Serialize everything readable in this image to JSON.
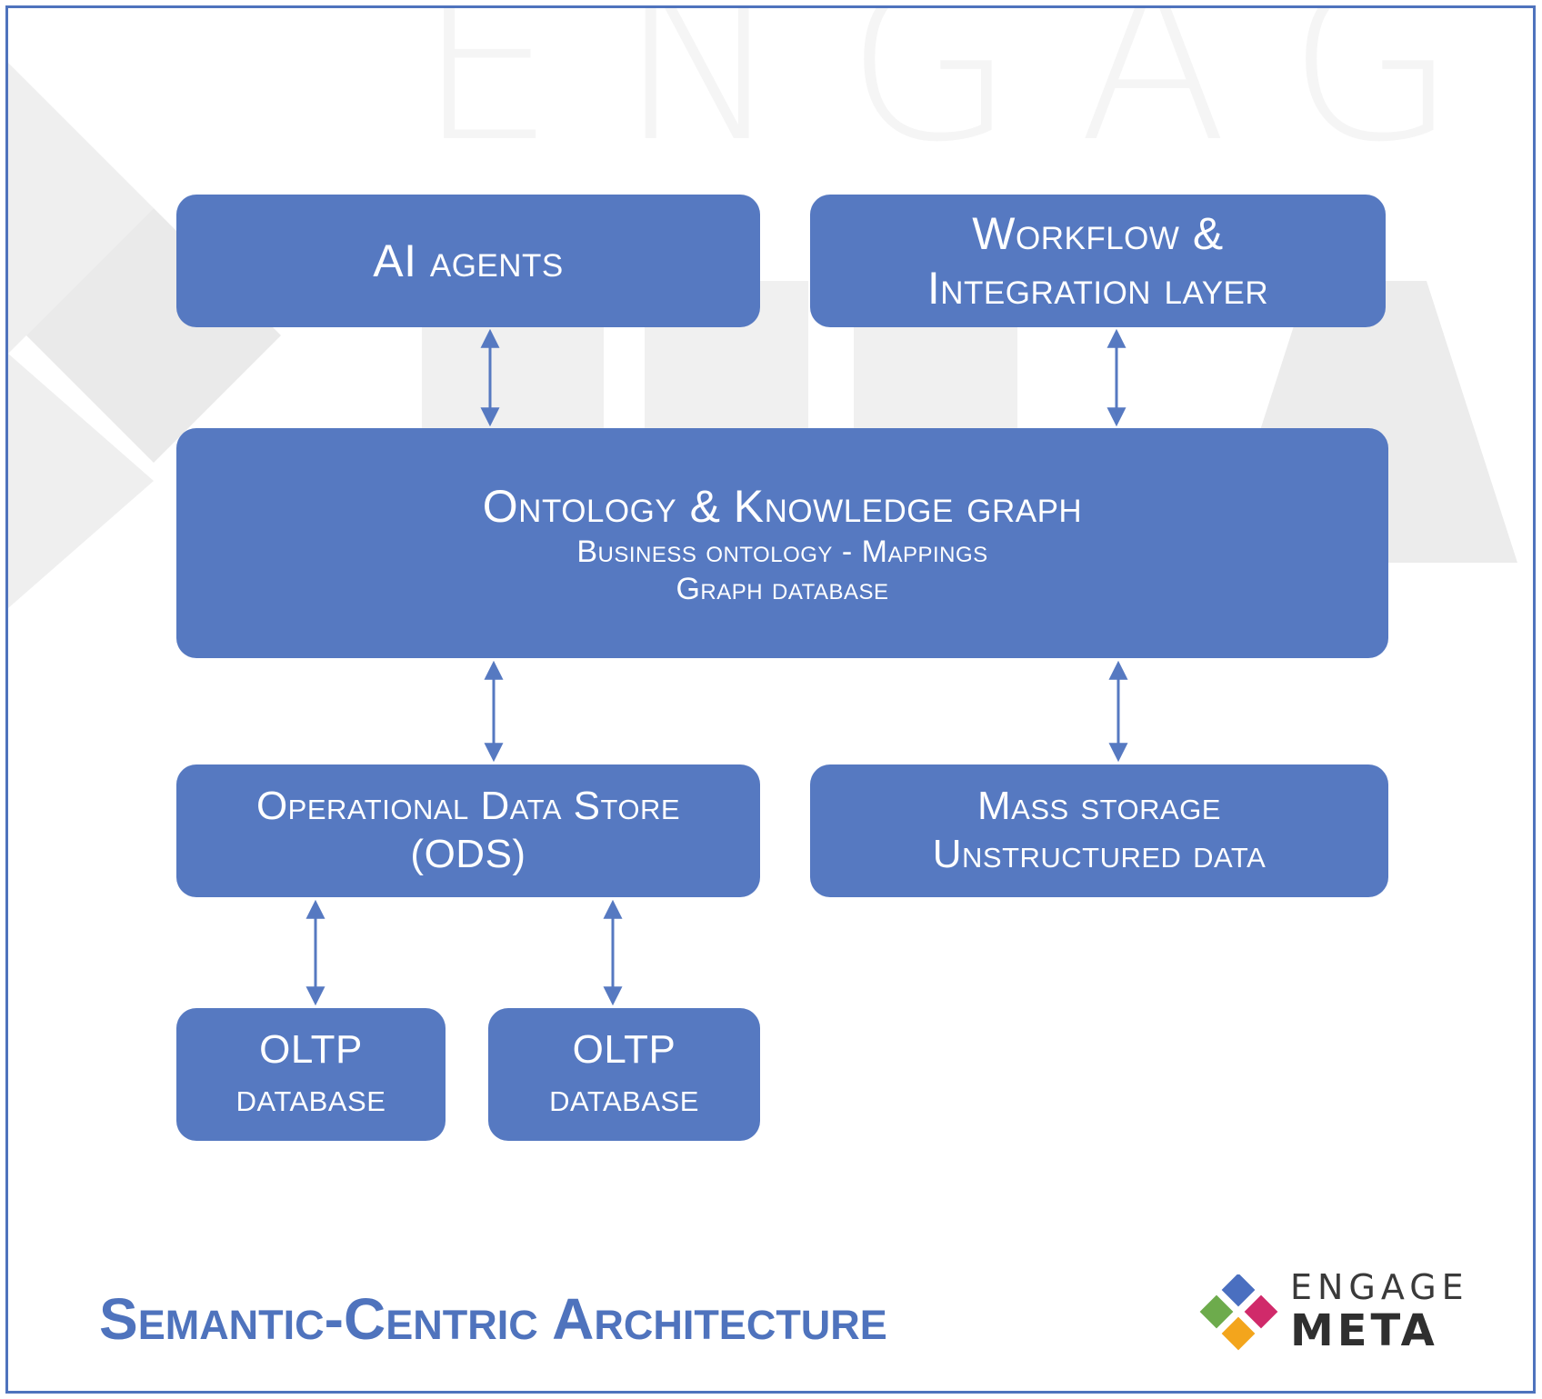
{
  "watermark": {
    "text": "ENGAGE"
  },
  "boxes": {
    "ai_agents": {
      "line1": "AI agents"
    },
    "workflow": {
      "line1": "Workflow &",
      "line2": "Integration layer"
    },
    "ontology": {
      "line1": "Ontology & Knowledge graph",
      "line2": "Business ontology - Mappings",
      "line3": "Graph database"
    },
    "ods": {
      "line1": "Operational Data Store",
      "line2": "(ODS)"
    },
    "mass_storage": {
      "line1": "Mass storage",
      "line2": "Unstructured data"
    },
    "oltp_1": {
      "line1": "OLTP",
      "line2": "database"
    },
    "oltp_2": {
      "line1": "OLTP",
      "line2": "database"
    }
  },
  "caption": "Semantic-Centric Architecture",
  "logo": {
    "top": "ENGAGE",
    "bottom": "META",
    "colors": [
      "#4a6fc0",
      "#d02a6a",
      "#f3a51c",
      "#6dab4c"
    ]
  },
  "colors": {
    "box": "#5679c1",
    "arrow": "#5679c1",
    "frame": "#4f73bd",
    "caption": "#4f73bd"
  }
}
